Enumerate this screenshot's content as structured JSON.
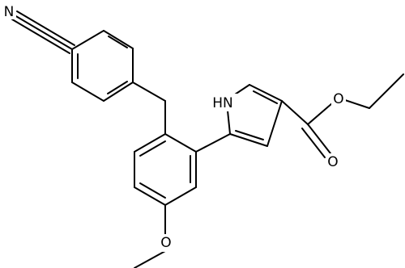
{
  "structure": {
    "atoms": {
      "N_nitrile": "N",
      "NH_pyrrole": "HN",
      "O_carbonyl": "O",
      "O_ester": "O",
      "O_methoxy": "O"
    },
    "colors": {
      "bond": "#000000",
      "background": "#ffffff"
    }
  }
}
